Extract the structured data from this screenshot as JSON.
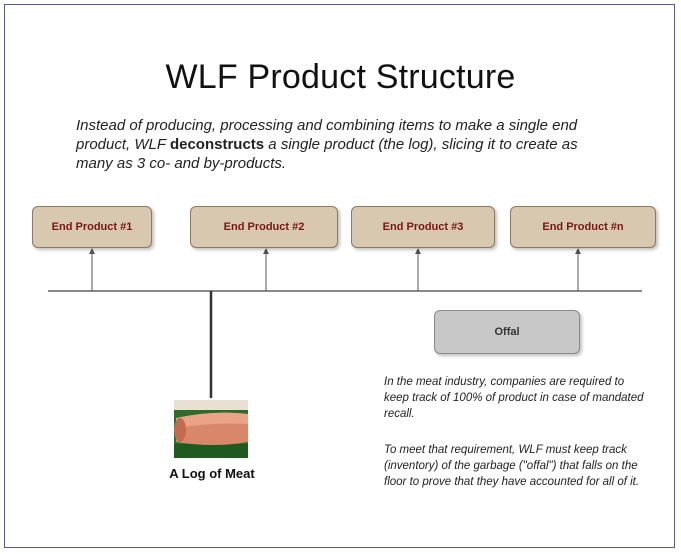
{
  "title": "WLF Product Structure",
  "intro": {
    "before": "Instead of producing, processing and combining items to make a single end product, WLF ",
    "bold": "deconstructs",
    "after": " a single product (the log), slicing it to create as many as 3 co- and by-products."
  },
  "end_products": [
    "End Product #1",
    "End Product #2",
    "End Product #3",
    "End Product #n"
  ],
  "offal": "Offal",
  "notes": [
    "In the meat industry, companies are required to keep track of 100% of product in case of mandated recall.",
    "To meet that requirement, WLF must keep track (inventory) of the garbage (\"offal\") that falls on the floor to prove that they have accounted for all of it."
  ],
  "log": {
    "caption": "A Log of Meat",
    "icon": "meat-log-image"
  },
  "colors": {
    "end_product_fill": "#d8c8b0",
    "end_product_text": "#7a1515",
    "offal_fill": "#c8c8c8",
    "frame_border": "#5a5a8a"
  }
}
